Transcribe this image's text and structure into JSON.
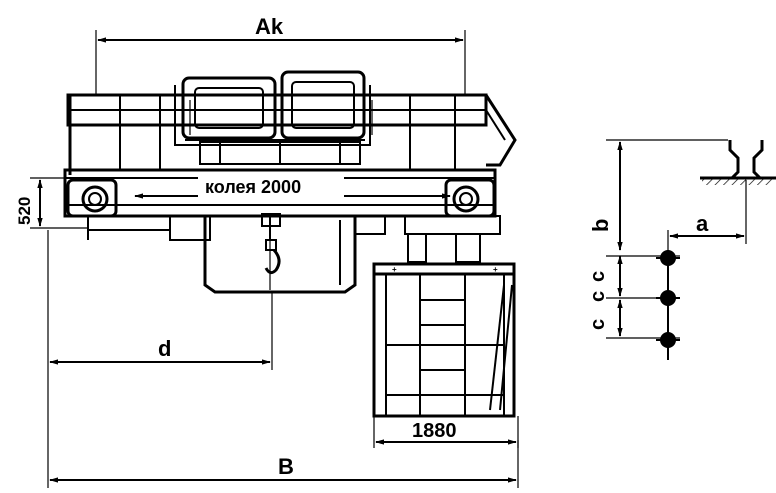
{
  "labels": {
    "ak": "Ak",
    "kolea": "колея 2000",
    "h520": "520",
    "d": "d",
    "b_bottom": "B",
    "w1880": "1880",
    "b_side": "b",
    "a": "a",
    "c1": "c",
    "c2": "c",
    "c3": "c"
  },
  "colors": {
    "ink": "#000000",
    "paper": "#ffffff"
  }
}
